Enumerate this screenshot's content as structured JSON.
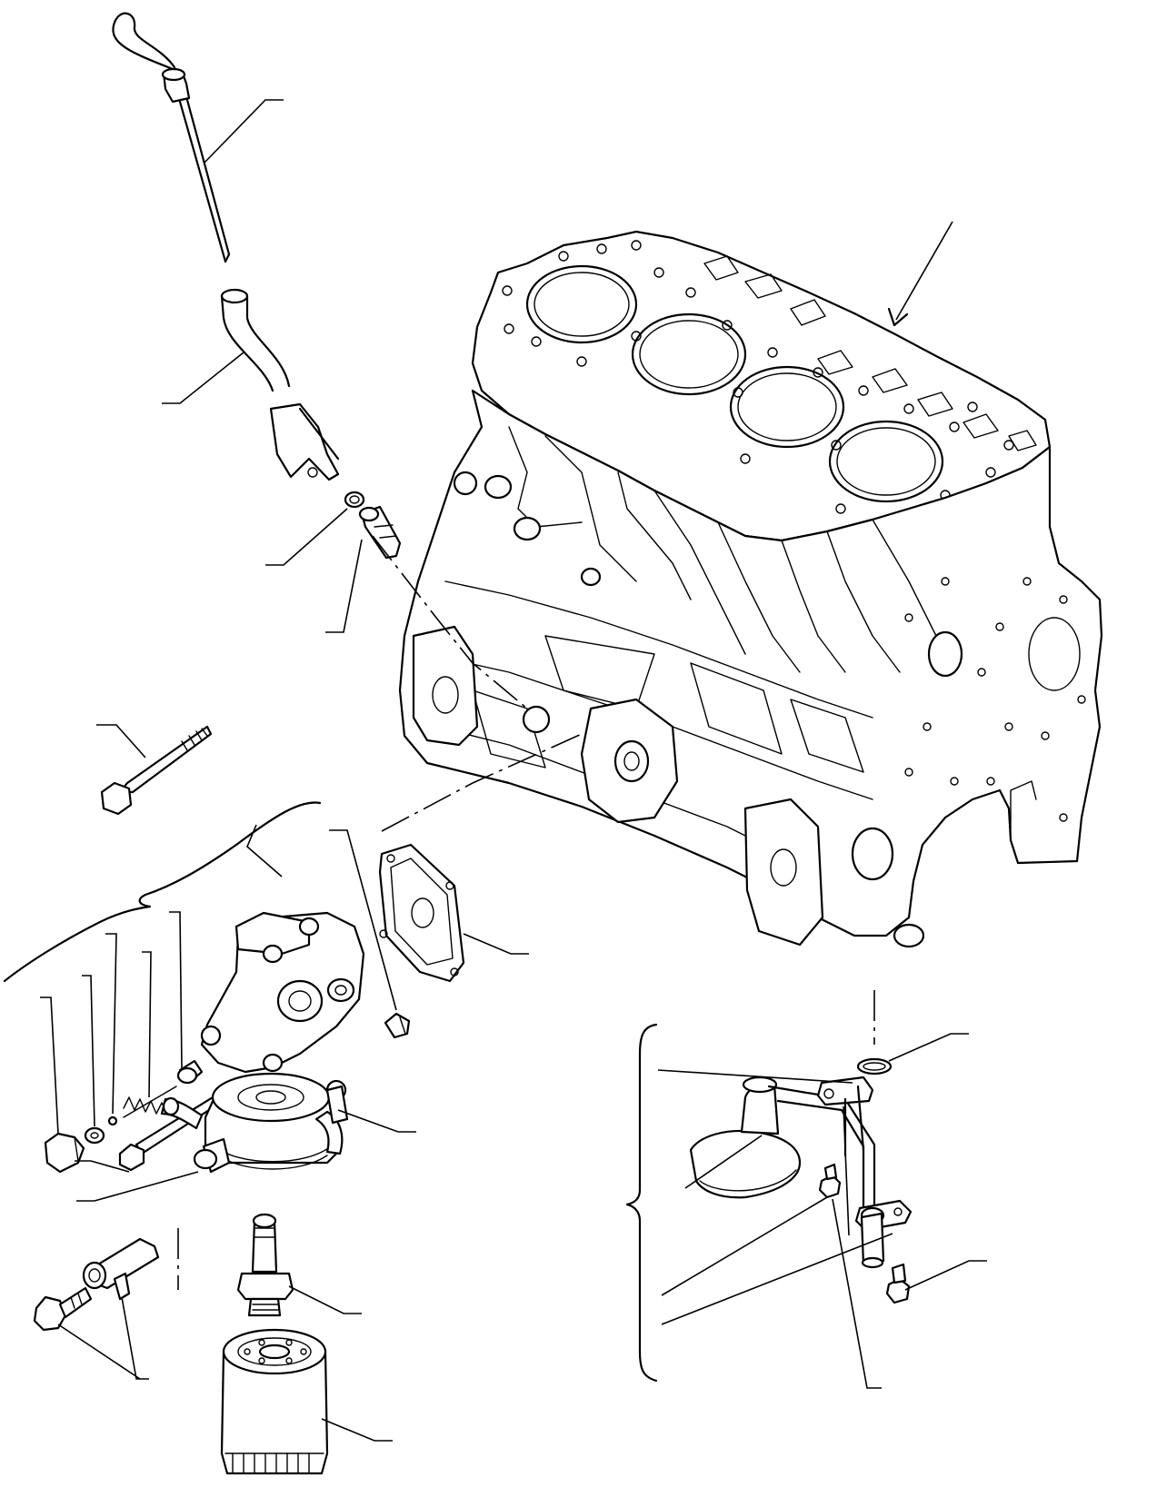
{
  "diagram": {
    "parts": [
      "dipstick",
      "dipstick-guide-tube",
      "o-ring",
      "tube-adapter",
      "mounting-bolt",
      "oil-cooler-bracket",
      "gasket",
      "plug",
      "washer",
      "spring",
      "relief-valve",
      "oil-cooler",
      "union-bolt",
      "connector",
      "hollow-bolt",
      "oil-filter-stud",
      "oil-filter",
      "cylinder-block",
      "oil-strainer",
      "strainer-o-ring",
      "strainer-bolt"
    ],
    "colors": {
      "line": "#000000",
      "background": "#ffffff"
    }
  }
}
